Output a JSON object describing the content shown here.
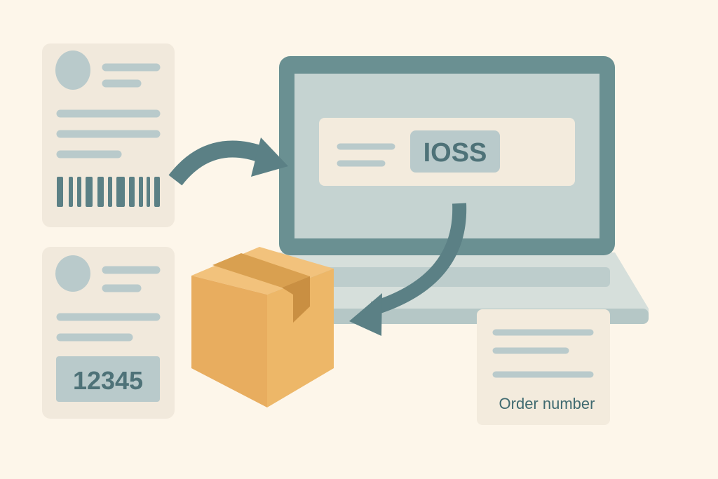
{
  "laptop": {
    "field_badge": "IOSS"
  },
  "label_card": {
    "code": "12345"
  },
  "order_card": {
    "caption": "Order number"
  },
  "colors": {
    "background": "#fdf6ea",
    "card": "#f1e9dc",
    "line": "#b9cacb",
    "accent": "#4e7278",
    "bezel": "#6a9092",
    "screen": "#c5d3d1",
    "box": "#e9b468"
  }
}
